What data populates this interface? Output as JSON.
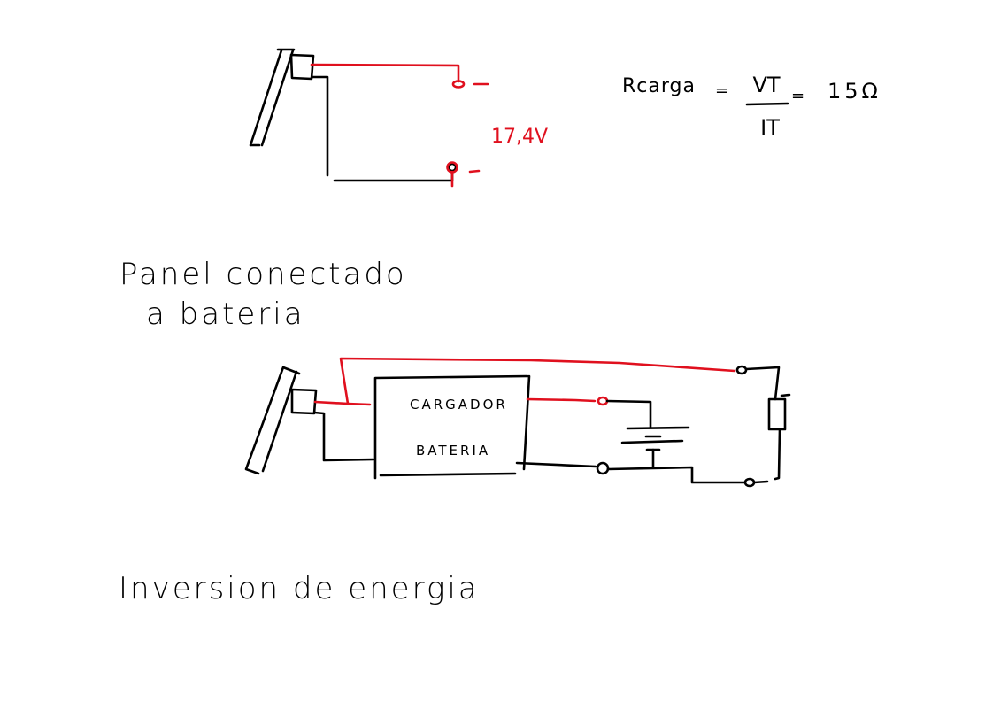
{
  "page": {
    "background": "#ffffff",
    "ink_color": "#000000",
    "accent_color": "#e0101e"
  },
  "diagram1": {
    "voltage_label": "17,4V",
    "terminal_positive_sign": "–",
    "terminal_negative_sign": "-"
  },
  "equation": {
    "lhs": "Rcarga",
    "equals1": "=",
    "numerator": "VT",
    "denominator": "IT",
    "equals2": "=",
    "result": "15Ω"
  },
  "section2": {
    "title_line1": "Panel conectado",
    "title_line2": "a bateria"
  },
  "diagram2": {
    "charger_label_line1": "CARGADOR",
    "charger_label_line2": "BATERIA"
  },
  "section3": {
    "title": "Inversion de energia"
  }
}
